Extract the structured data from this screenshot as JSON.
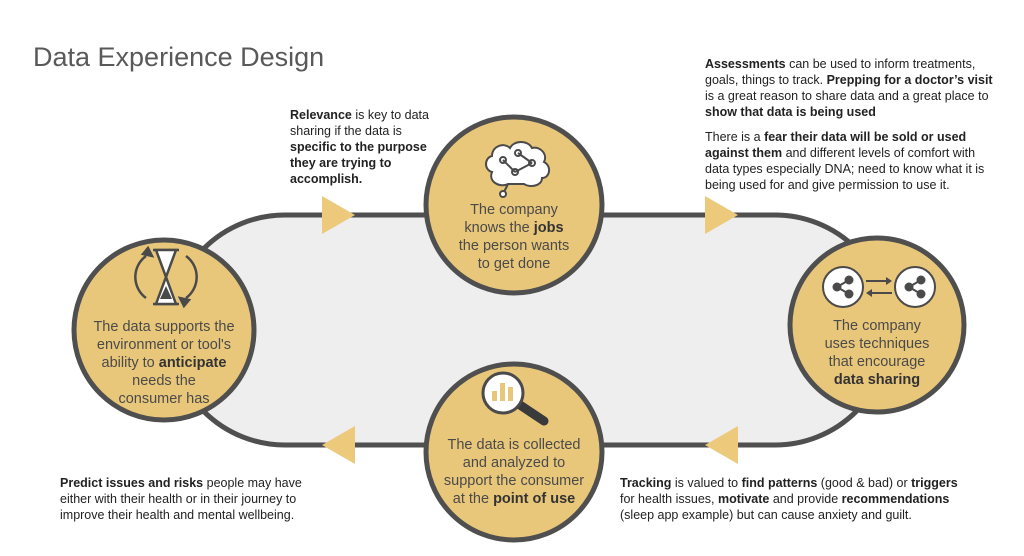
{
  "title": "Data Experience Design",
  "colors": {
    "circle_fill": "#e9c77a",
    "circle_stroke": "#4f4f4f",
    "track_fill": "#eeeeee",
    "arrow_fill": "#ecc97b"
  },
  "nodes": {
    "top": {
      "icon": "brain-network-icon",
      "line1": "The company",
      "line2_pre": "knows the ",
      "line2_bold": "jobs",
      "line3": "the person wants",
      "line4": "to get done"
    },
    "right": {
      "icon": "share-exchange-icon",
      "line1": "The company",
      "line2": "uses techniques",
      "line3": "that encourage",
      "line4_bold": "data sharing"
    },
    "bottom": {
      "icon": "magnifier-chart-icon",
      "line1": "The data is collected",
      "line2": "and analyzed to",
      "line3": "support the consumer",
      "line4_pre": "at the ",
      "line4_bold": "point of use"
    },
    "left": {
      "icon": "hourglass-cycle-icon",
      "line1": "The data supports the",
      "line2": "environment or tool's",
      "line3_pre": "ability to ",
      "line3_bold": "anticipate",
      "line4": "needs the",
      "line5": "consumer has"
    }
  },
  "notes": {
    "relevance": {
      "b1": "Relevance",
      "t1": " is key to data sharing if the data is ",
      "b2": "specific to the purpose they are trying to accomplish."
    },
    "assessments": {
      "b1": "Assessments",
      "t1": " can be used to inform treatments, goals, things to track. ",
      "b2": "Prepping for a doctor’s visit",
      "t2": " is a great reason to share data and a great place to ",
      "b3": "show that data is being used"
    },
    "fear": {
      "t1": "There is a ",
      "b1": "fear their data will be sold or used against them",
      "t2": " and different levels of comfort with data types especially DNA; need to know what it is being used for and give permission to use it."
    },
    "tracking": {
      "b1": "Tracking",
      "t1": " is valued to ",
      "b2": "find patterns",
      "t2": " (good & bad) or ",
      "b3": "triggers",
      "t3": " for health issues, ",
      "b4": "motivate",
      "t4": " and provide ",
      "b5": "recommendations",
      "t5": " (sleep app example) but can cause anxiety and guilt."
    },
    "predict": {
      "b1": "Predict issues and risks",
      "t1": " people may have either with their health or in their journey to improve their health and mental wellbeing."
    }
  }
}
